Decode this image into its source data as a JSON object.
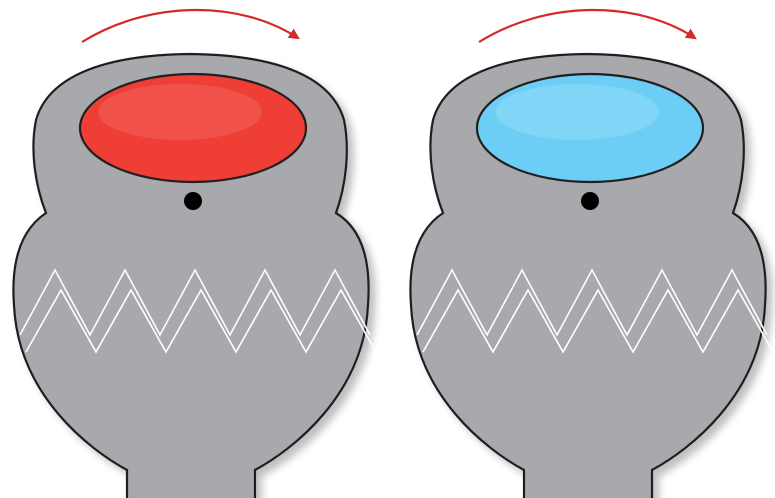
{
  "figure": {
    "panels": [
      {
        "id": "left",
        "fill_color": "#ee3e35",
        "fill_highlight": "#f4796f",
        "rotation_arrow_direction": "clockwise"
      },
      {
        "id": "right",
        "fill_color": "#6ccef4",
        "fill_highlight": "#a8e2f8",
        "rotation_arrow_direction": "clockwise"
      }
    ],
    "colors": {
      "body": "#a7a9ac",
      "body_shadow": "#c9cacc",
      "outline": "#231f20",
      "arrow": "#d42a2a",
      "zigzag": "#ffffff",
      "pivot_dot": "#000000"
    },
    "icons": {
      "arrow": "curved-arrow-icon",
      "pivot": "pivot-dot-icon"
    }
  }
}
